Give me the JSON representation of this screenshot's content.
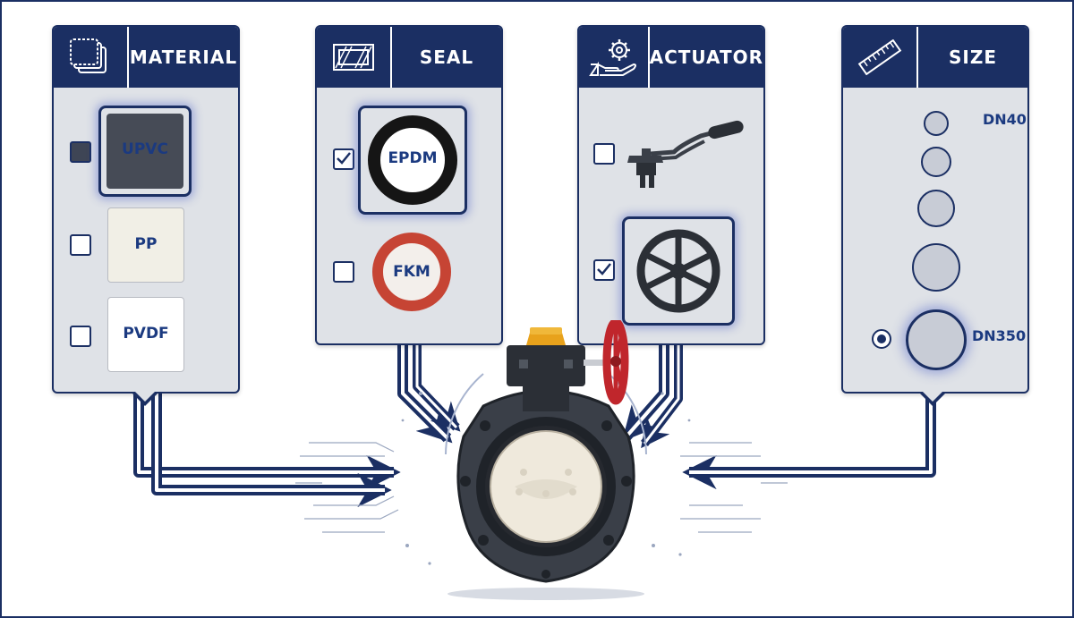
{
  "panels": {
    "material": {
      "title": "MATERIAL",
      "icon": "material-sheets-icon",
      "options": [
        {
          "label": "UPVC",
          "checked": true,
          "color": "#464b56"
        },
        {
          "label": "PP",
          "checked": false,
          "color": "#f1efe6"
        },
        {
          "label": "PVDF",
          "checked": false,
          "color": "#ffffff"
        }
      ]
    },
    "seal": {
      "title": "SEAL",
      "icon": "seal-gasket-icon",
      "options": [
        {
          "label": "EPDM",
          "checked": true,
          "color": "#151515"
        },
        {
          "label": "FKM",
          "checked": false,
          "color": "#c64434"
        }
      ]
    },
    "actuator": {
      "title": "ACTUATOR",
      "icon": "hand-gear-icon",
      "options": [
        {
          "label": "lever",
          "icon": "lever-handle-icon",
          "checked": false
        },
        {
          "label": "handwheel",
          "icon": "handwheel-icon",
          "checked": true
        }
      ]
    },
    "size": {
      "title": "SIZE",
      "icon": "ruler-icon",
      "labels": {
        "smallest": "DN40",
        "largest": "DN350"
      },
      "selected": "DN350"
    }
  },
  "colors": {
    "navy": "#1b2f63",
    "panel_bg": "#dfe2e7",
    "label_blue": "#1b3a80",
    "valve_body": "#3a3f48",
    "handwheel_red": "#c0262c",
    "cap_yellow": "#e8a21c"
  }
}
